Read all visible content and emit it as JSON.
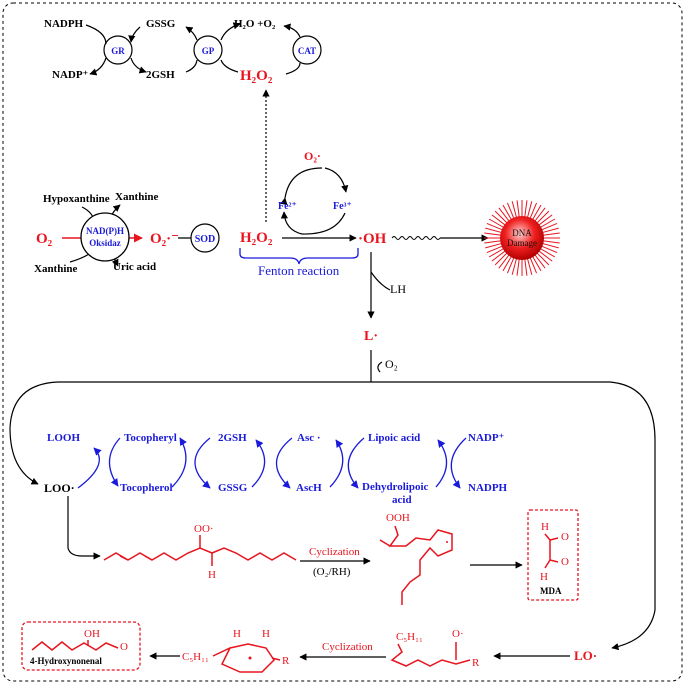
{
  "top": {
    "nadph": "NADPH",
    "nadp": "NADP⁺",
    "gr": "GR",
    "gssg": "GSSG",
    "gsh2": "2GSH",
    "gp": "GP",
    "water_o2": "H₂O +O₂",
    "cat": "CAT",
    "h2o2": "H₂O₂"
  },
  "left": {
    "o2": "O₂",
    "hypoxanthine": "Hypoxanthine",
    "xanthine_top": "Xanthine",
    "xanthine_bottom": "Xanthine",
    "uric_acid": "Uric acid",
    "enzyme_line1": "NAD(P)H",
    "enzyme_line2": "Oksidaz",
    "superoxide": "O₂·⁻",
    "sod": "SOD",
    "h2o2": "H₂O₂"
  },
  "fenton": {
    "o2_radical": "O₂·",
    "fe2": "Fe²⁺",
    "fe3": "Fe³⁺",
    "label": "Fenton reaction",
    "oh": "·OH"
  },
  "dna": {
    "line1": "DNA",
    "line2": "Damage"
  },
  "lipid": {
    "lh": "LH",
    "l_radical": "L·",
    "o2": "O₂"
  },
  "antioxidant": {
    "looh": "LOOH",
    "loo": "LOO·",
    "tocopheryl": "Tocopheryl",
    "tocopherol": "Tocopherol",
    "gsh2": "2GSH",
    "gssg": "GSSG",
    "asc": "Asc ·",
    "asch": "AscH",
    "lipoic": "Lipoic acid",
    "dehydro1": "Dehydrolipoic",
    "dehydro2": "acid",
    "nadp": "NADP⁺",
    "nadph": "NADPH"
  },
  "products": {
    "oo_radical": "OO·",
    "h_label": "H",
    "cyclization1": "Cyclization",
    "cyclization1_cond": "(O₂/RH)",
    "ooh": "OOH",
    "mda": "MDA",
    "mda_h": "H",
    "mda_o": "O",
    "lo": "LO·",
    "c5h11": "C₅H₁₁",
    "o_radical": "O·",
    "r": "R",
    "cyclization2": "Cyclization",
    "ring_c5h11": "C₅H₁₁",
    "ring_h": "H",
    "ring_r": "R",
    "oh": "OH",
    "hne_o": "O",
    "hne": "4-Hydroxynonenal"
  },
  "colors": {
    "red": "#e8141e",
    "blue": "#1a1adb",
    "black": "#000000"
  }
}
